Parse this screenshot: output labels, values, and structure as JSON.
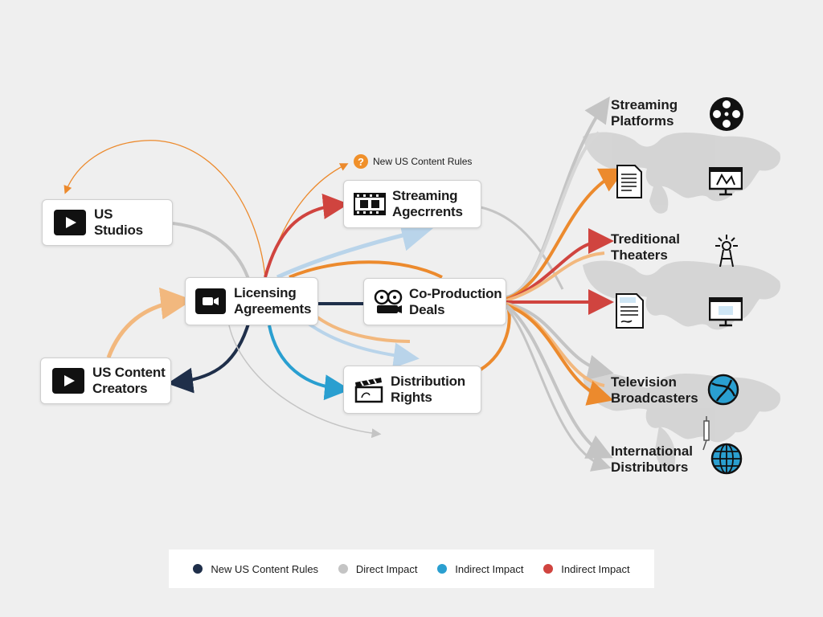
{
  "colors": {
    "navy": "#1f2f4a",
    "gray": "#c4c4c4",
    "blue": "#2a9fd0",
    "red": "#d0443f",
    "orange": "#ec8a2d",
    "peach": "#f2b87e",
    "lightblue": "#b9d4ea"
  },
  "annotation": {
    "label": "New US Content Rules",
    "icon": "question-icon"
  },
  "left_nodes": [
    {
      "id": "us-studios",
      "lines": [
        "US",
        "Studios"
      ],
      "icon": "play-icon"
    },
    {
      "id": "us-content-creators",
      "lines": [
        "US Content",
        "Creators"
      ],
      "icon": "play-icon"
    }
  ],
  "middle_nodes": [
    {
      "id": "licensing-agreements",
      "lines": [
        "Licensing",
        "Agreements"
      ],
      "icon": "camera-icon"
    },
    {
      "id": "streaming-agreements",
      "lines": [
        "Streaming",
        "Agecrrents"
      ],
      "icon": "film-strip-icon"
    },
    {
      "id": "co-production-deals",
      "lines": [
        "Co-Production",
        "Deals"
      ],
      "icon": "film-projector-icon"
    },
    {
      "id": "distribution-rights",
      "lines": [
        "Distribution",
        "Rights"
      ],
      "icon": "clapperboard-icon"
    }
  ],
  "right_nodes": [
    {
      "id": "streaming-platforms",
      "lines": [
        "Streaming",
        "Platforms"
      ],
      "icon": "film-reel-icon"
    },
    {
      "id": "traditional-theaters",
      "lines": [
        "Treditional",
        "Theaters"
      ],
      "icon": "antenna-icon"
    },
    {
      "id": "television-broadcasters",
      "lines": [
        "Television",
        "Broadcasters"
      ],
      "icon": "globe-satellite-icon"
    },
    {
      "id": "international-distributors",
      "lines": [
        "International",
        "Distributors"
      ],
      "icon": "globe-icon"
    }
  ],
  "map_icons": [
    "document-icon",
    "tv-icon",
    "contract-icon",
    "monitor-icon"
  ],
  "legend": [
    {
      "label": "New US Content Rules",
      "color": "#1f2f4a"
    },
    {
      "label": "Direct Impact",
      "color": "#c4c4c4"
    },
    {
      "label": "Indirect Impact",
      "color": "#2a9fd0"
    },
    {
      "label": "Indirect Impact",
      "color": "#d0443f"
    }
  ]
}
